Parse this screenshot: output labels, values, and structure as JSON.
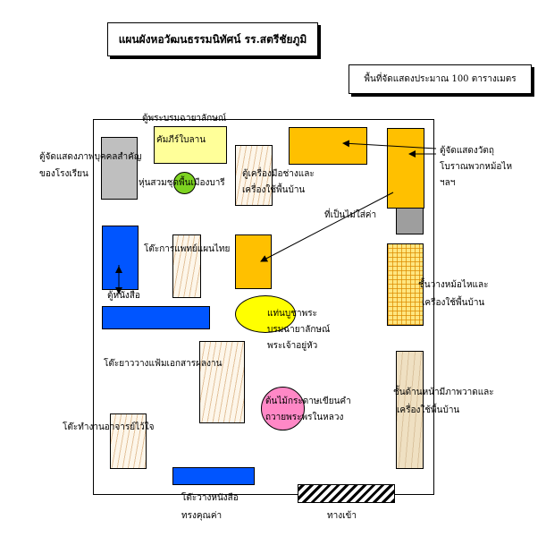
{
  "title": "แผนผังหอวัฒนธรรมนิทัศน์ รร.สตรีชัยภูมิ",
  "area_note": "พื้นที่จัดแสดงประมาณ 100 ตารางเมตร",
  "labels": {
    "important_people_cabinet": [
      "ตู้จัดแสดงภาพบุคคลสำคัญ",
      "ของโรงเรียน"
    ],
    "buddha_cabinet": [
      "ตู้พระบรมฉายาลักษณ์",
      "คัมภีร์ใบลาน"
    ],
    "puppet_model": "หุ่นสวมชุดพื้นเมืองบารี",
    "tools_cabinet": [
      "ตู้เครื่องมือช่างและ",
      "เครื่องใช้พื้นบ้าน"
    ],
    "antiques_cabinet": [
      "ตู้จัดแสดงวัตถุ",
      "โบราณพวกหม้อไห",
      "ฯลฯ"
    ],
    "empty_cabinet": "ที่เป็นไม่ใส่ค่า",
    "thai_medicine_table": "โต๊ะการแพทย์แผนไทย",
    "bookcase": "ตู้หนังสือ",
    "pottery_shelf": [
      "ชั้นวางหม้อไหและ",
      "เครื่องใช้พื้นบ้าน"
    ],
    "altar": [
      "แท่นบูชาพระ",
      "บรมฉายาลักษณ์",
      "พระเจ้าอยู่หัว"
    ],
    "documents_table": "โต๊ะยาววางแฟ้มเอกสารผลงาน",
    "tree_model": [
      "ต้นไม้กระดาษเขียนคำ",
      "ถวายพระพรในหลวง"
    ],
    "pictures_shelf": [
      "ชั้นด้านหน้ามีภาพวาดและ",
      "เครื่องใช้พื้นบ้าน"
    ],
    "teacher_desk": "โต๊ะทำงานอาจารย์ไว้ใจ",
    "books_table": [
      "โต๊ะวางหนังสือ",
      "ทรงคุณค่า"
    ],
    "entrance": "ทางเข้า"
  }
}
